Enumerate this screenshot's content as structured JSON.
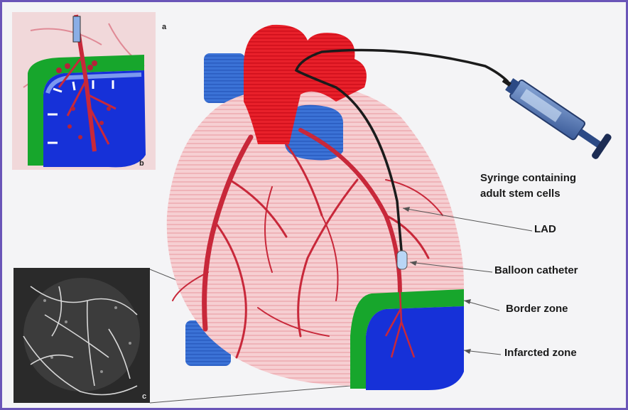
{
  "panels": {
    "a": "a",
    "b": "b",
    "c": "c"
  },
  "labels": {
    "syringe_line1": "Syringe containing",
    "syringe_line2": "adult stem cells",
    "lad": "LAD",
    "balloon": "Balloon catheter",
    "border": "Border zone",
    "infarct": "Infarcted zone"
  },
  "colors": {
    "frame": "#6a55b8",
    "heart_pink": "#f2b9bd",
    "aorta_red": "#e8202a",
    "vessel_blue": "#3a6fd0",
    "infarct_blue": "#1631d8",
    "border_green": "#17a62c",
    "catheter": "#1b1b1b",
    "artery": "#c8283a"
  },
  "icons": [
    "syringe-icon",
    "catheter-icon",
    "balloon-icon"
  ]
}
